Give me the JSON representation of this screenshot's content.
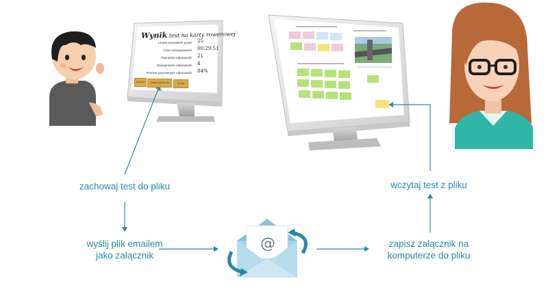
{
  "colors": {
    "arrow": "#2a88a8",
    "label": "#2a88a8",
    "envelope": "#a9d2e6",
    "envelope_dark": "#8bbfd8",
    "green_tile": "#b6e27a",
    "pink_tile": "#f3c9dd",
    "yellow_tile": "#f5e37a",
    "result_button": "#d9a84a"
  },
  "steps": {
    "save_to_file": "zachowaj test do pliku",
    "send_email_line1": "wyślij plik emailem",
    "send_email_line2": "jako załącznik",
    "save_attachment_line1": "zapisz załącznik na",
    "save_attachment_line2": "komputerze do pliku",
    "load_from_file": "wczytaj test z pliku"
  },
  "left_screen": {
    "title_bold": "Wynik",
    "title_rest": "test na karty rowerowej",
    "rows": [
      {
        "label": "Liczba wszystkich pytań",
        "value": "25"
      },
      {
        "label": "Czas rozwiązywania",
        "value": "00:29:51"
      },
      {
        "label": "Poprawne odpowiedzi",
        "value": "21"
      },
      {
        "label": "Niepoprawne odpowiedzi",
        "value": "4"
      },
      {
        "label": "Procent poprawnych odpowiedzi",
        "value": "84%"
      }
    ],
    "buttons": [
      "Zamknij",
      "Zachowaj test do pliku",
      "Drukuj"
    ]
  },
  "email_symbol": "@",
  "icons": {
    "person_left": "boy-icon",
    "person_right": "teacher-icon",
    "email": "envelope-icon"
  }
}
